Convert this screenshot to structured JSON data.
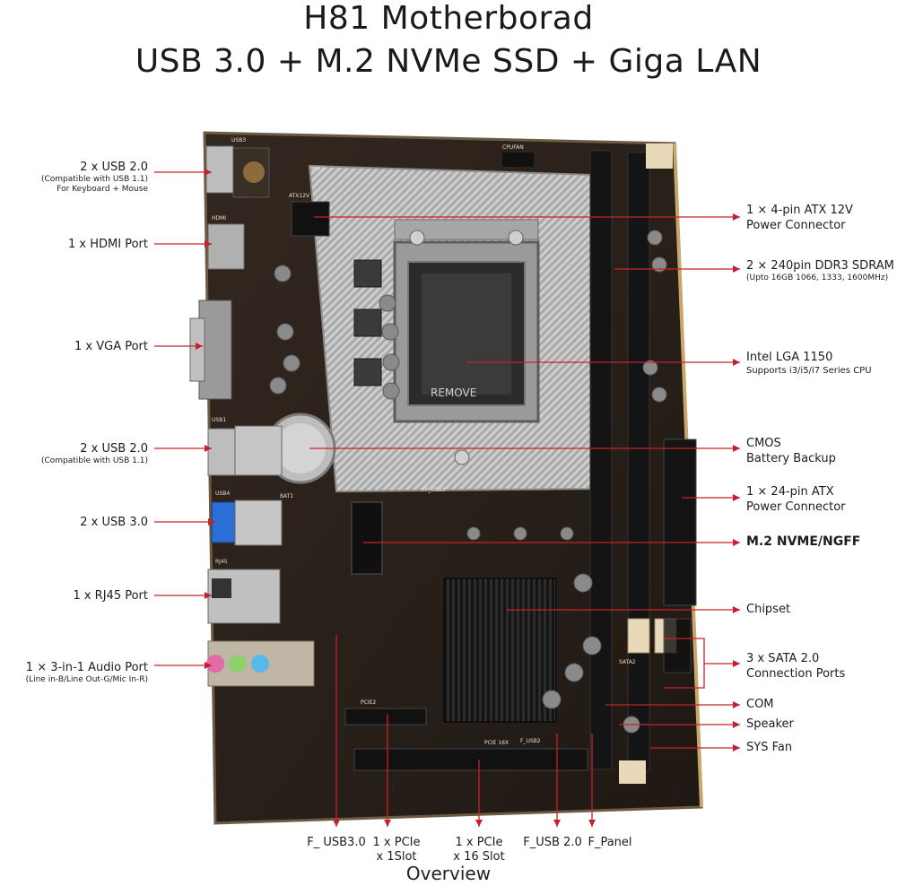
{
  "title": {
    "line1": "H81 Motherborad",
    "line2": "USB 3.0 + M.2 NVMe SSD + Giga LAN"
  },
  "footer": "Overview",
  "left_labels": [
    {
      "main": "2 x USB 2.0",
      "sub": [
        "(Compatible with USB 1.1)",
        "For Keyboard + Mouse"
      ]
    },
    {
      "main": "1 x HDMI Port",
      "sub": []
    },
    {
      "main": "1 x VGA Port",
      "sub": []
    },
    {
      "main": "2 x USB 2.0",
      "sub": [
        "(Compatible with USB 1.1)"
      ]
    },
    {
      "main": "2 x USB 3.0",
      "sub": []
    },
    {
      "main": "1 x RJ45 Port",
      "sub": []
    },
    {
      "main": "1 × 3-in-1 Audio Port",
      "sub": [
        "(Line in-B/Line Out-G/Mic In-R)"
      ]
    }
  ],
  "right_labels": [
    {
      "lines": [
        "1 × 4-pin ATX 12V",
        "Power Connector"
      ],
      "sub": ""
    },
    {
      "lines": [
        "2 × 240pin DDR3 SDRAM"
      ],
      "sub": "(Upto 16GB 1066, 1333, 1600MHz)"
    },
    {
      "lines": [
        "Intel LGA 1150"
      ],
      "sub": "Supports i3/i5/i7 Series CPU"
    },
    {
      "lines": [
        "CMOS",
        "Battery Backup"
      ],
      "sub": ""
    },
    {
      "lines": [
        "1 × 24-pin ATX",
        "Power Connector"
      ],
      "sub": ""
    },
    {
      "lines": [
        "M.2 NVME/NGFF"
      ],
      "sub": ""
    },
    {
      "lines": [
        "Chipset"
      ],
      "sub": ""
    },
    {
      "lines": [
        "3 x SATA 2.0",
        "Connection Ports"
      ],
      "sub": ""
    },
    {
      "lines": [
        "COM"
      ],
      "sub": ""
    },
    {
      "lines": [
        "Speaker"
      ],
      "sub": ""
    },
    {
      "lines": [
        "SYS Fan"
      ],
      "sub": ""
    }
  ],
  "bottom_labels": [
    {
      "lines": [
        "F_ USB3.0"
      ]
    },
    {
      "lines": [
        "1 x PCIe",
        "x 1Slot"
      ]
    },
    {
      "lines": [
        "1 x PCIe",
        "x 16 Slot"
      ]
    },
    {
      "lines": [
        "F_USB 2.0"
      ]
    },
    {
      "lines": [
        "F_Panel"
      ]
    }
  ],
  "board_print": {
    "usb3": "USB3",
    "hdmi": "HDMI",
    "usb1": "USB1",
    "usb4": "USB4",
    "rj45": "RJ45",
    "atx12v": "ATX12V",
    "cpufan": "CPUFAN",
    "bat1": "BAT1",
    "mh3": "MH3",
    "remove": "REMOVE",
    "pcie2": "PCIE2",
    "pcie16": "PCIE 16X",
    "sata2": "SATA2",
    "fusb2": "F_USB2",
    "fusb3": "FP_USB3"
  },
  "colors": {
    "arrow": "#c8202a",
    "board": "#2a211b",
    "silver": "#b8b8b8",
    "usb3_blue": "#2b6fd6"
  }
}
